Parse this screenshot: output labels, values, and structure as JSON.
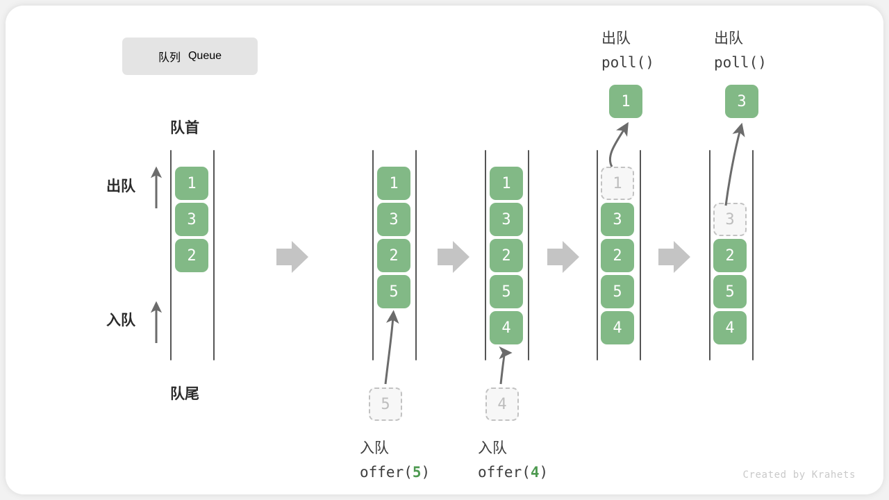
{
  "title": {
    "cn": "队列",
    "en": "Queue"
  },
  "labels": {
    "head": "队首",
    "tail": "队尾",
    "dequeue": "出队",
    "enqueue": "入队"
  },
  "watermark": "Created by Krahets",
  "colors": {
    "accent_green": "#82b986",
    "ghost_fill": "#f7f7f7",
    "ghost_border": "#c2c2c2",
    "rail": "#555555",
    "block_arrow": "#c4c4c4",
    "curve_arrow": "#6b6b6b",
    "chip_bg": "#e4e4e4",
    "text": "#2b2b2b"
  },
  "operations": {
    "offer_5": {
      "cn": "入队",
      "fn_prefix": "offer(",
      "arg": "5",
      "fn_suffix": ")"
    },
    "offer_4": {
      "cn": "入队",
      "fn_prefix": "offer(",
      "arg": "4",
      "fn_suffix": ")"
    },
    "poll_1": {
      "cn": "出队",
      "fn": "poll()"
    },
    "poll_2": {
      "cn": "出队",
      "fn": "poll()"
    }
  },
  "stages": [
    {
      "name": "initial",
      "cells": [
        {
          "value": "1",
          "state": "filled"
        },
        {
          "value": "3",
          "state": "filled"
        },
        {
          "value": "2",
          "state": "filled"
        }
      ],
      "incoming": null,
      "outgoing": null
    },
    {
      "name": "after-offer-5",
      "cells": [
        {
          "value": "1",
          "state": "filled"
        },
        {
          "value": "3",
          "state": "filled"
        },
        {
          "value": "2",
          "state": "filled"
        },
        {
          "value": "5",
          "state": "filled"
        }
      ],
      "incoming": {
        "value": "5",
        "state": "ghost"
      },
      "outgoing": null
    },
    {
      "name": "after-offer-4",
      "cells": [
        {
          "value": "1",
          "state": "filled"
        },
        {
          "value": "3",
          "state": "filled"
        },
        {
          "value": "2",
          "state": "filled"
        },
        {
          "value": "5",
          "state": "filled"
        },
        {
          "value": "4",
          "state": "filled"
        }
      ],
      "incoming": {
        "value": "4",
        "state": "ghost"
      },
      "outgoing": null
    },
    {
      "name": "after-poll-1",
      "cells": [
        {
          "value": "1",
          "state": "ghost"
        },
        {
          "value": "3",
          "state": "filled"
        },
        {
          "value": "2",
          "state": "filled"
        },
        {
          "value": "5",
          "state": "filled"
        },
        {
          "value": "4",
          "state": "filled"
        }
      ],
      "incoming": null,
      "outgoing": {
        "value": "1",
        "state": "filled"
      }
    },
    {
      "name": "after-poll-3",
      "cells": [
        {
          "value": "3",
          "state": "ghost"
        },
        {
          "value": "2",
          "state": "filled"
        },
        {
          "value": "5",
          "state": "filled"
        },
        {
          "value": "4",
          "state": "filled"
        }
      ],
      "incoming": null,
      "outgoing": {
        "value": "3",
        "state": "filled"
      }
    }
  ]
}
